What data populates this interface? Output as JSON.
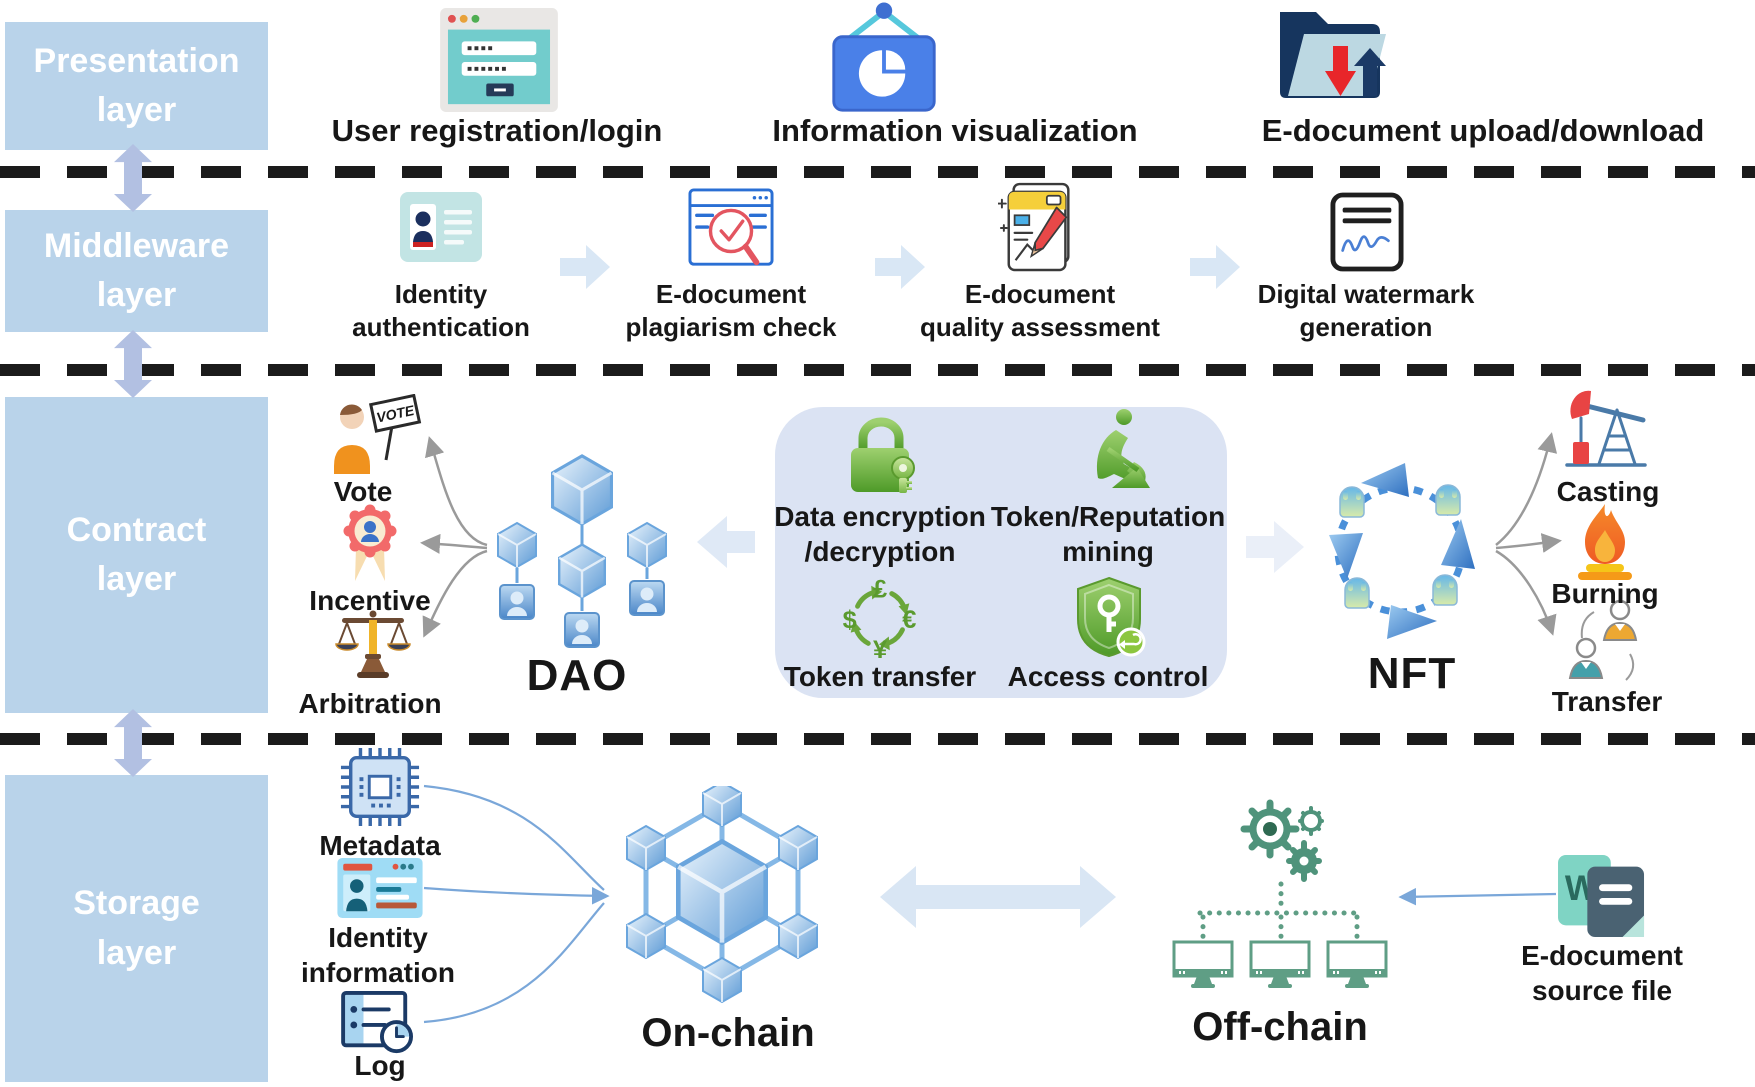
{
  "layers": {
    "items": [
      {
        "l1": "Presentation",
        "l2": "layer"
      },
      {
        "l1": "Middleware",
        "l2": "layer"
      },
      {
        "l1": "Contract",
        "l2": "layer"
      },
      {
        "l1": "Storage",
        "l2": "layer"
      }
    ]
  },
  "presentation": {
    "items": [
      {
        "label": "User registration/login"
      },
      {
        "label": "Information visualization"
      },
      {
        "label": "E-document upload/download"
      }
    ]
  },
  "middleware": {
    "items": [
      {
        "l1": "Identity",
        "l2": "authentication"
      },
      {
        "l1": "E-document",
        "l2": "plagiarism check"
      },
      {
        "l1": "E-document",
        "l2": "quality assessment"
      },
      {
        "l1": "Digital watermark",
        "l2": "generation"
      }
    ]
  },
  "contract": {
    "dao_label": "DAO",
    "nft_label": "NFT",
    "vote_sign": "VOTE",
    "left_items": [
      {
        "label": "Vote"
      },
      {
        "label": "Incentive"
      },
      {
        "label": "Arbitration"
      }
    ],
    "box_items": [
      {
        "l1": "Data encryption",
        "l2": "/decryption"
      },
      {
        "l1": "Token/Reputation",
        "l2": "mining"
      },
      {
        "l1": "Token transfer"
      },
      {
        "l1": "Access control"
      }
    ],
    "right_items": [
      {
        "label": "Casting"
      },
      {
        "label": "Burning"
      },
      {
        "label": "Transfer"
      }
    ],
    "currency": {
      "top": "£",
      "right": "€",
      "bottom": "¥",
      "left": "$"
    }
  },
  "storage": {
    "left_items": [
      {
        "label": "Metadata"
      },
      {
        "l1": "Identity",
        "l2": "information"
      },
      {
        "label": "Log"
      }
    ],
    "onchain_label": "On-chain",
    "offchain_label": "Off-chain",
    "source_file": {
      "l1": "E-document",
      "l2": "source file"
    },
    "w_glyph": "W"
  },
  "colors": {
    "layer_box": "#b9d3ea",
    "contract_box": "#dbe3f3",
    "dashed_line": "#1b1b1b",
    "green_icon": "#6aa63a",
    "blue_icon": "#4a90d9",
    "gray_arrow": "#9a9a9a",
    "light_blue_arrow": "#d9e7f5"
  }
}
